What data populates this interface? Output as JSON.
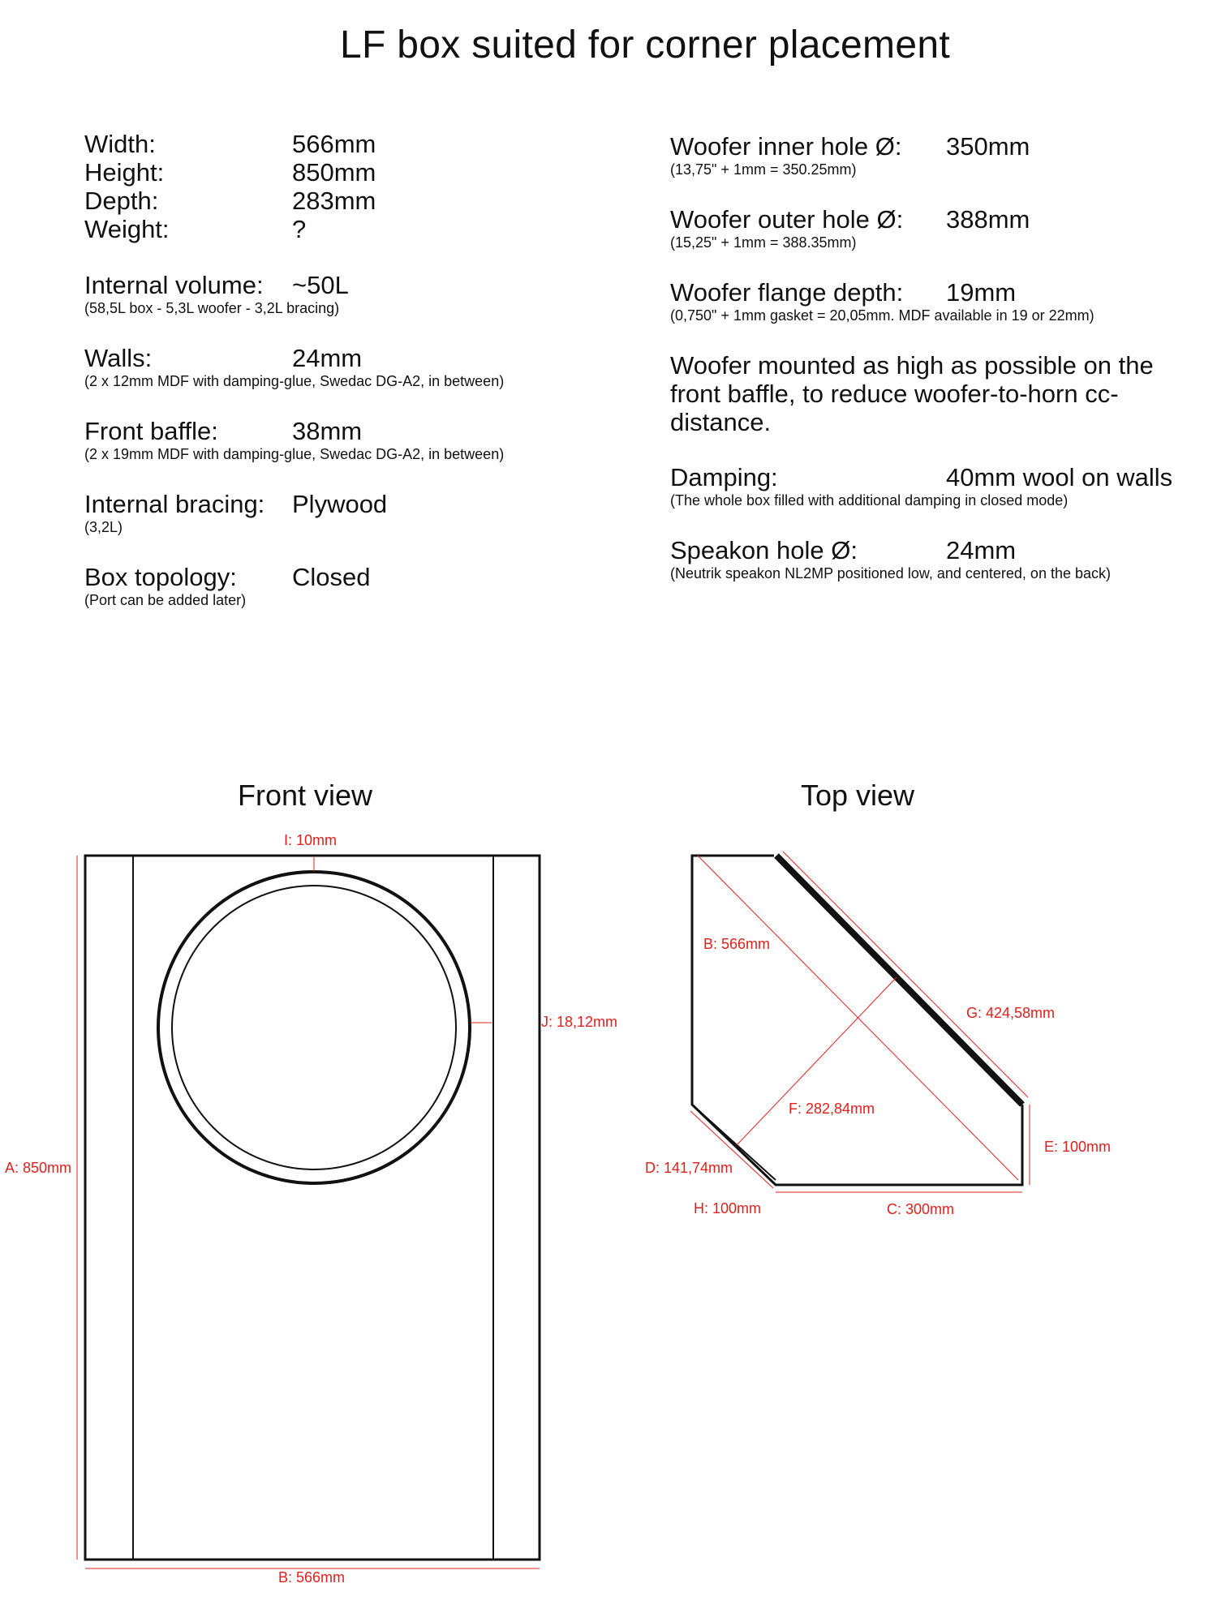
{
  "title": "LF box suited for corner placement",
  "left_specs": {
    "basic": [
      {
        "label": "Width:",
        "value": "566mm"
      },
      {
        "label": "Height:",
        "value": "850mm"
      },
      {
        "label": "Depth:",
        "value": "283mm"
      },
      {
        "label": "Weight:",
        "value": "?"
      }
    ],
    "groups": [
      {
        "label": "Internal volume:",
        "value": "~50L",
        "note": "(58,5L box - 5,3L woofer - 3,2L bracing)"
      },
      {
        "label": "Walls:",
        "value": "24mm",
        "note": "(2 x 12mm MDF with damping-glue, Swedac DG-A2, in between)"
      },
      {
        "label": "Front baffle:",
        "value": "38mm",
        "note": "(2 x 19mm MDF with damping-glue, Swedac DG-A2, in between)"
      },
      {
        "label": "Internal bracing:",
        "value": "Plywood",
        "note": "(3,2L)"
      },
      {
        "label": "Box topology:",
        "value": "Closed",
        "note": "(Port can be added later)"
      }
    ]
  },
  "right_specs": {
    "woofer_inner": {
      "label": "Woofer inner hole Ø:",
      "value": "350mm",
      "note": "(13,75\" + 1mm = 350.25mm)"
    },
    "woofer_outer": {
      "label": "Woofer outer hole Ø:",
      "value": "388mm",
      "note": "(15,25\" + 1mm = 388.35mm)"
    },
    "woofer_flange": {
      "label": "Woofer flange depth:",
      "value": "19mm",
      "note": "(0,750\" + 1mm gasket = 20,05mm. MDF available in 19 or 22mm)"
    },
    "mounting_note": [
      "Woofer mounted as high as possible on the",
      "front baffle, to reduce woofer-to-horn cc-",
      "distance."
    ],
    "damping": {
      "label": "Damping:",
      "value": "40mm wool on walls",
      "note": "(The whole box filled with additional damping in closed mode)"
    },
    "speakon": {
      "label": "Speakon hole Ø:",
      "value": "24mm",
      "note": "(Neutrik speakon NL2MP positioned low, and centered, on the back)"
    }
  },
  "front_view": {
    "title": "Front view",
    "labels": {
      "I": "I: 10mm",
      "J": "J: 18,12mm",
      "A": "A: 850mm",
      "B": "B: 566mm"
    }
  },
  "top_view": {
    "title": "Top view",
    "labels": {
      "B": "B: 566mm",
      "G": "G: 424,58mm",
      "F": "F: 282,84mm",
      "E": "E: 100mm",
      "D": "D: 141,74mm",
      "H": "H: 100mm",
      "C": "C: 300mm"
    }
  },
  "colors": {
    "dimension": "#e0201c",
    "line": "#111111"
  }
}
